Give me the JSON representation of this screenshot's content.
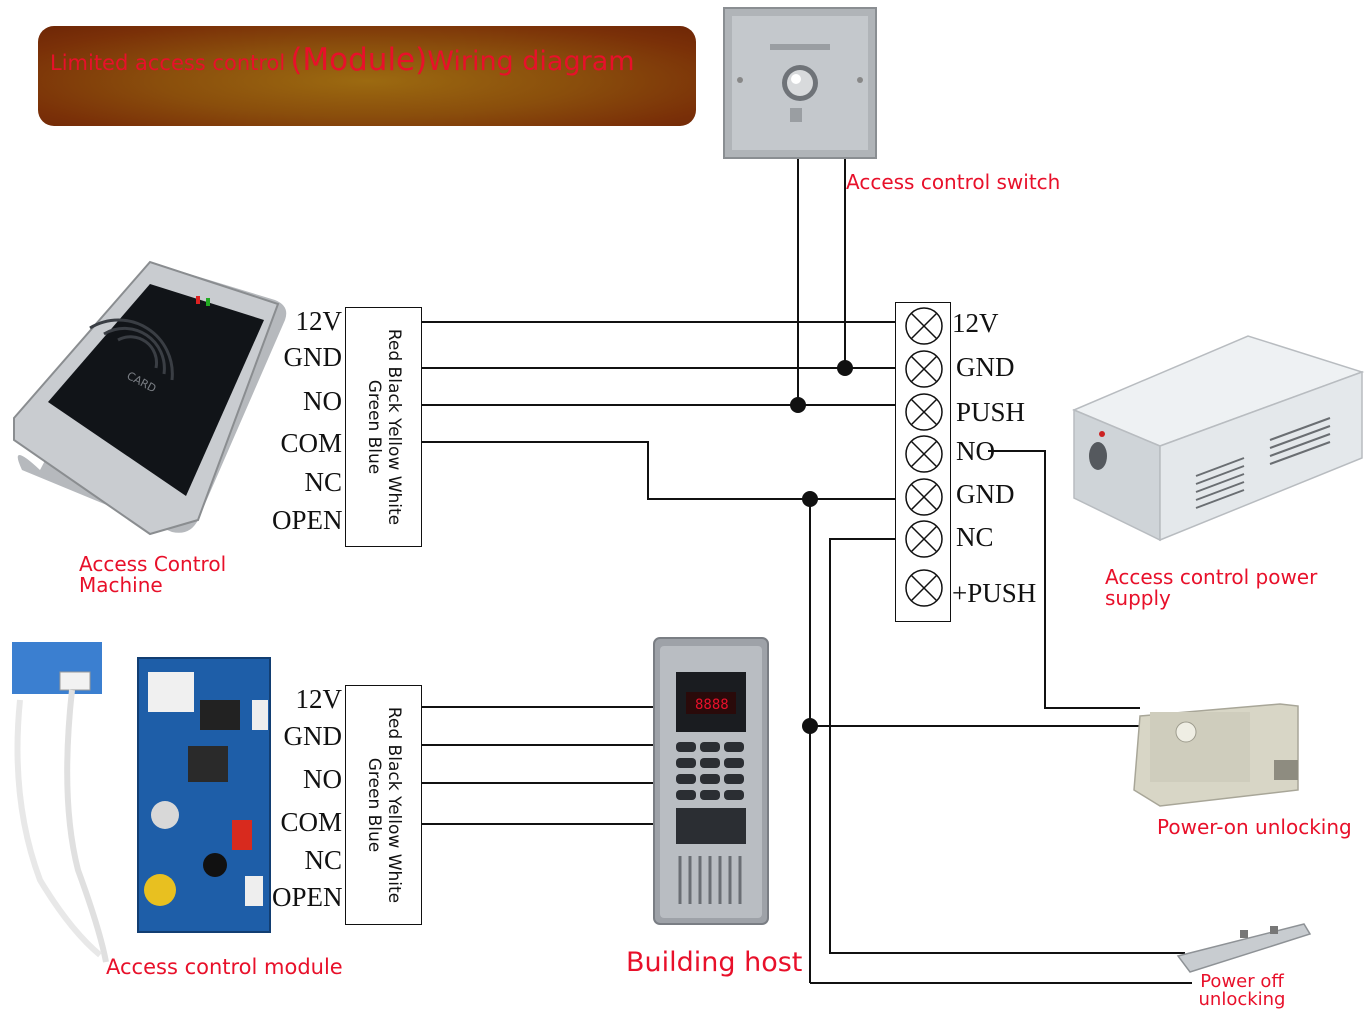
{
  "title": {
    "part1": "Limited access control",
    "part2": "(Module)",
    "part3": "Wiring diagram"
  },
  "labels": {
    "access_control_switch": "Access control switch",
    "access_control_machine_line1": "Access Control",
    "access_control_machine_line2": "Machine",
    "access_control_power_supply_line1": "Access control power",
    "access_control_power_supply_line2": "supply",
    "access_control_module": "Access control module",
    "building_host": "Building host",
    "power_on_unlocking": "Power-on unlocking",
    "power_off_unlocking_line1": "Power off",
    "power_off_unlocking_line2": "unlocking",
    "card_text": "CARD",
    "panel_digits": "8888"
  },
  "reader_pins": [
    "12V",
    "GND",
    "NO",
    "COM",
    "NC",
    "OPEN"
  ],
  "module_pins": [
    "12V",
    "GND",
    "NO",
    "COM",
    "NC",
    "OPEN"
  ],
  "wire_colors_line1": "Red Black Yellow White",
  "wire_colors_line2": "Green Blue",
  "terminal_pins": [
    "12V",
    "GND",
    "PUSH",
    "NO",
    "GND",
    "NC",
    "+PUSH"
  ],
  "colors": {
    "label_red": "#e8102a",
    "wire": "#111111"
  }
}
